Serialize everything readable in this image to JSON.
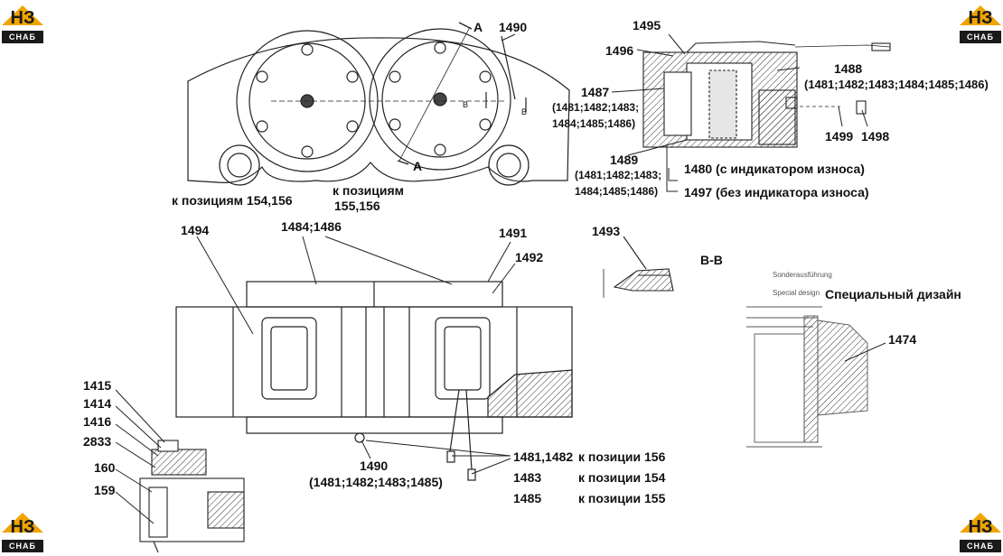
{
  "logo": {
    "mark": "НЗ",
    "band": "СНАБ",
    "accent": "#f0a400"
  },
  "labels": {
    "l1490_top": "1490",
    "lA_top": "A",
    "lA_bottom": "A",
    "lB1": "B",
    "lB2": "B",
    "l1495": "1495",
    "l1496": "1496",
    "l1488": "1488",
    "l1488_sub": "(1481;1482;1483;1484;1485;1486)",
    "l1487": "1487",
    "l1487_sub1": "(1481;1482;1483;",
    "l1487_sub2": "1484;1485;1486)",
    "l1499": "1499",
    "l1498": "1498",
    "l1489": "1489",
    "l1489_sub1": "(1481;1482;1483;",
    "l1489_sub2": "1484;1485;1486)",
    "l1480": "1480 (с индикатором износа)",
    "l1497": "1497 (без индикатора износа)",
    "k154": "к позициям 154,156",
    "k155_a": "к позициям",
    "k155_b": "155,156",
    "l1484": "1484;1486",
    "l1494": "1494",
    "l1491": "1491",
    "l1492": "1492",
    "l1493": "1493",
    "lBB": "B-B",
    "sonder": "Sonderausführung",
    "special": "Special design",
    "special_ru": "Специальный дизайн",
    "l1474": "1474",
    "l1415": "1415",
    "l1414": "1414",
    "l1416": "1416",
    "l2833": "2833",
    "l160": "160",
    "l159": "159",
    "l1490_bottom": "1490",
    "l1490_bottom_sub": "(1481;1482;1483;1485)",
    "l1481": "1481,1482",
    "l1481_to": "к позиции 156",
    "l1483": "1483",
    "l1483_to": "к позиции 154",
    "l1485": "1485",
    "l1485_to": "к позиции 155"
  }
}
